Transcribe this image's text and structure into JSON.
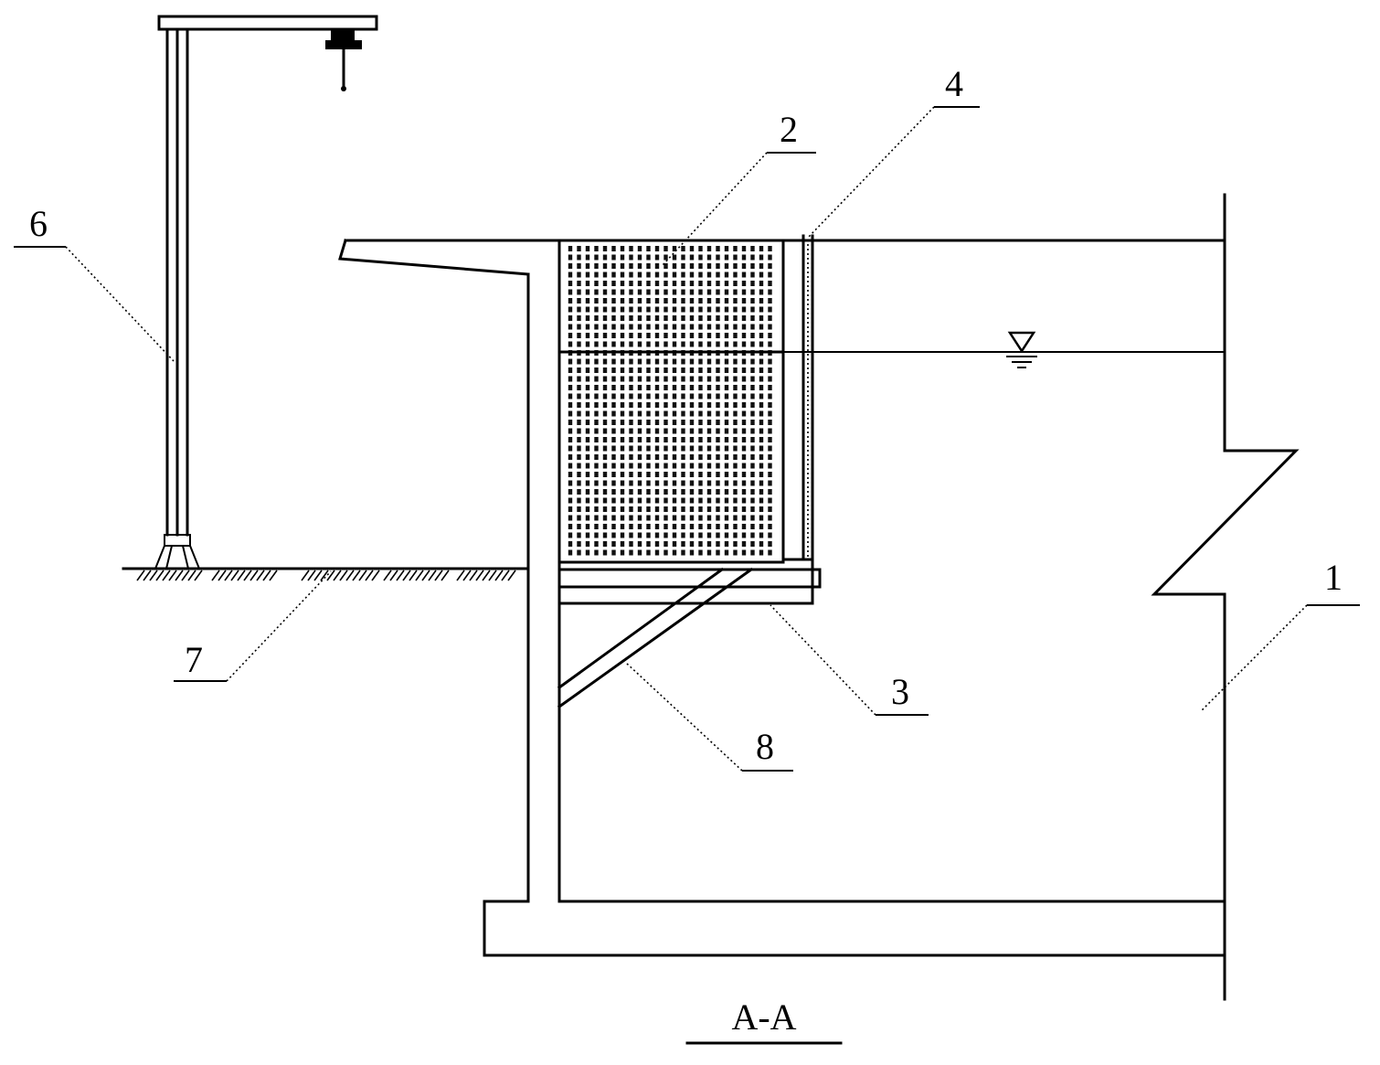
{
  "labels": {
    "basin": "1",
    "screen_basket": "2",
    "support_plate": "3",
    "guide_rail": "4",
    "crane_column": "6",
    "ground": "7",
    "brace": "8"
  },
  "caption": "A-A"
}
